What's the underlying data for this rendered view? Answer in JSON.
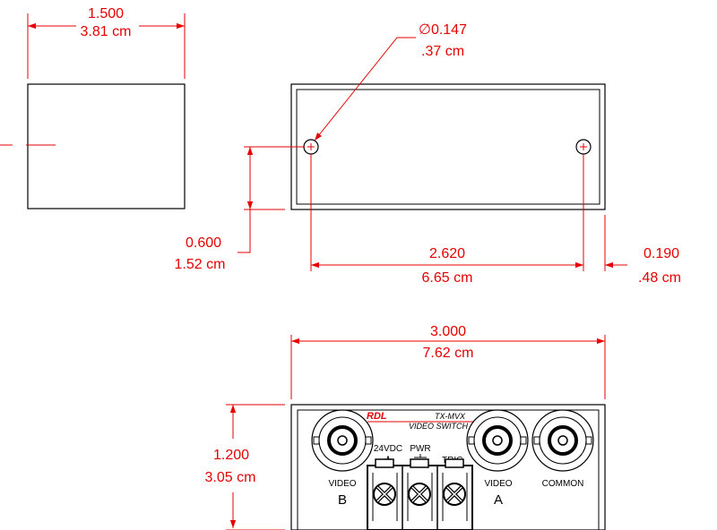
{
  "dimensions": {
    "side_width": {
      "in": "1.500",
      "cm": "3.81 cm"
    },
    "hole_diameter": {
      "in": "∅0.147",
      "cm": ".37 cm"
    },
    "hole_height": {
      "in": "0.600",
      "cm": "1.52 cm"
    },
    "hole_spacing": {
      "in": "2.620",
      "cm": "6.65 cm"
    },
    "edge_offset": {
      "in": "0.190",
      "cm": ".48 cm"
    },
    "front_width": {
      "in": "3.000",
      "cm": "7.62 cm"
    },
    "front_height": {
      "in": "1.200",
      "cm": "3.05 cm"
    }
  },
  "front_panel": {
    "brand": "RDL",
    "model": "TX-MVX",
    "model_desc": "VIDEO SWITCH",
    "terminal_24vdc": "24VDC",
    "terminal_plus": "+",
    "terminal_pwr": "PWR",
    "terminal_trig": "TRIG",
    "video_b_label": "VIDEO",
    "video_b_letter": "B",
    "video_a_label": "VIDEO",
    "video_a_letter": "A",
    "common_label": "COMMON"
  },
  "colors": {
    "dimension": "#e60000",
    "outline": "#000000"
  }
}
